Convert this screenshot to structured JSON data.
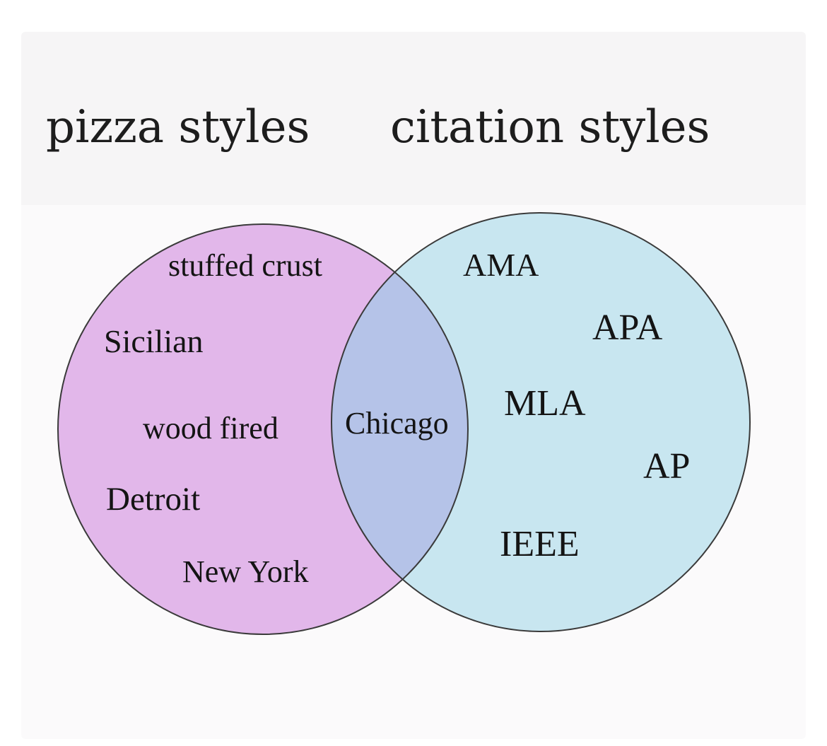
{
  "colors": {
    "pizza_circle": "#e2b7ea",
    "citation_circle": "#c8e6f0",
    "overlap": "#b5c3e8",
    "outline": "#3a3a3a",
    "text": "#141414"
  },
  "diagram": {
    "type": "venn",
    "sets": [
      {
        "title": "pizza styles",
        "items": [
          "stuffed crust",
          "Sicilian",
          "wood fired",
          "Detroit",
          "New York"
        ]
      },
      {
        "title": "citation styles",
        "items": [
          "AMA",
          "APA",
          "MLA",
          "AP",
          "IEEE"
        ]
      }
    ],
    "intersection": [
      "Chicago"
    ]
  }
}
